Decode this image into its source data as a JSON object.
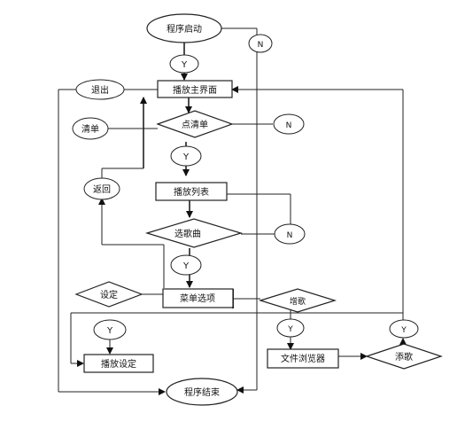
{
  "diagram": {
    "labels": {
      "program_start": "程序启动",
      "play_main": "播放主界面",
      "exit": "退出",
      "tap_playlist": "点清单",
      "playlist": "清单",
      "play_list": "播放列表",
      "back": "返回",
      "select_song": "选歌曲",
      "menu_options": "菜单选项",
      "settings_diamond": "设定",
      "add_song_diamond": "增歌",
      "play_settings": "播放设定",
      "file_browser": "文件浏览器",
      "add_song_action": "添歌",
      "program_end": "程序结束",
      "yes": "Y",
      "no": "N"
    }
  }
}
